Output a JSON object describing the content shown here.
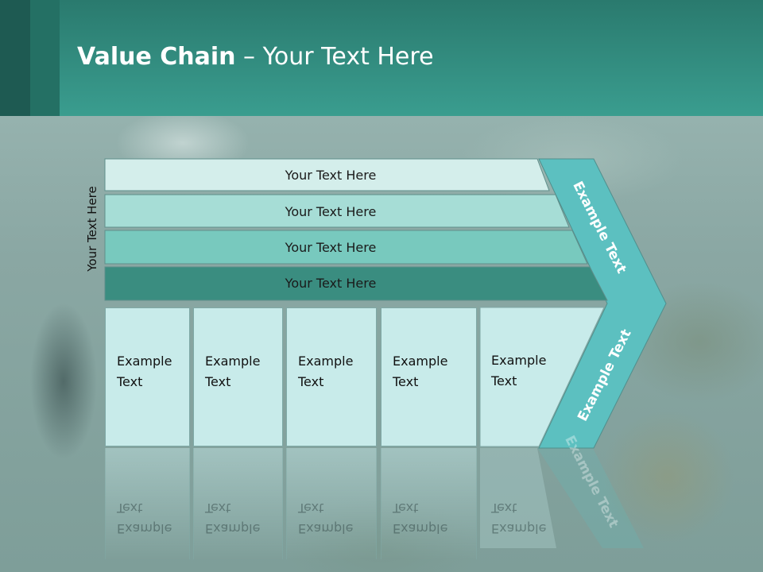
{
  "slide": {
    "title_bold": "Value Chain",
    "title_rest": " – Your Text Here",
    "side_label": "Your Text Here"
  },
  "bars": [
    {
      "label": "Your Text Here",
      "fill": "#d4eeeb"
    },
    {
      "label": "Your Text Here",
      "fill": "#a6ddd6"
    },
    {
      "label": "Your Text Here",
      "fill": "#78c9be"
    },
    {
      "label": "Your Text Here",
      "fill": "#3a8d80"
    }
  ],
  "chevron": {
    "top_label": "Example Text",
    "bottom_label": "Example Text",
    "fill": "#5cc0c0"
  },
  "cells": [
    {
      "line1": "Example",
      "line2": "Text"
    },
    {
      "line1": "Example",
      "line2": "Text"
    },
    {
      "line1": "Example",
      "line2": "Text"
    },
    {
      "line1": "Example",
      "line2": "Text"
    },
    {
      "line1": "Example",
      "line2": "Text"
    }
  ],
  "colors": {
    "header": "#3a9d8f",
    "cell_fill": "#c8ebea",
    "outline": "#5f8f8b"
  }
}
